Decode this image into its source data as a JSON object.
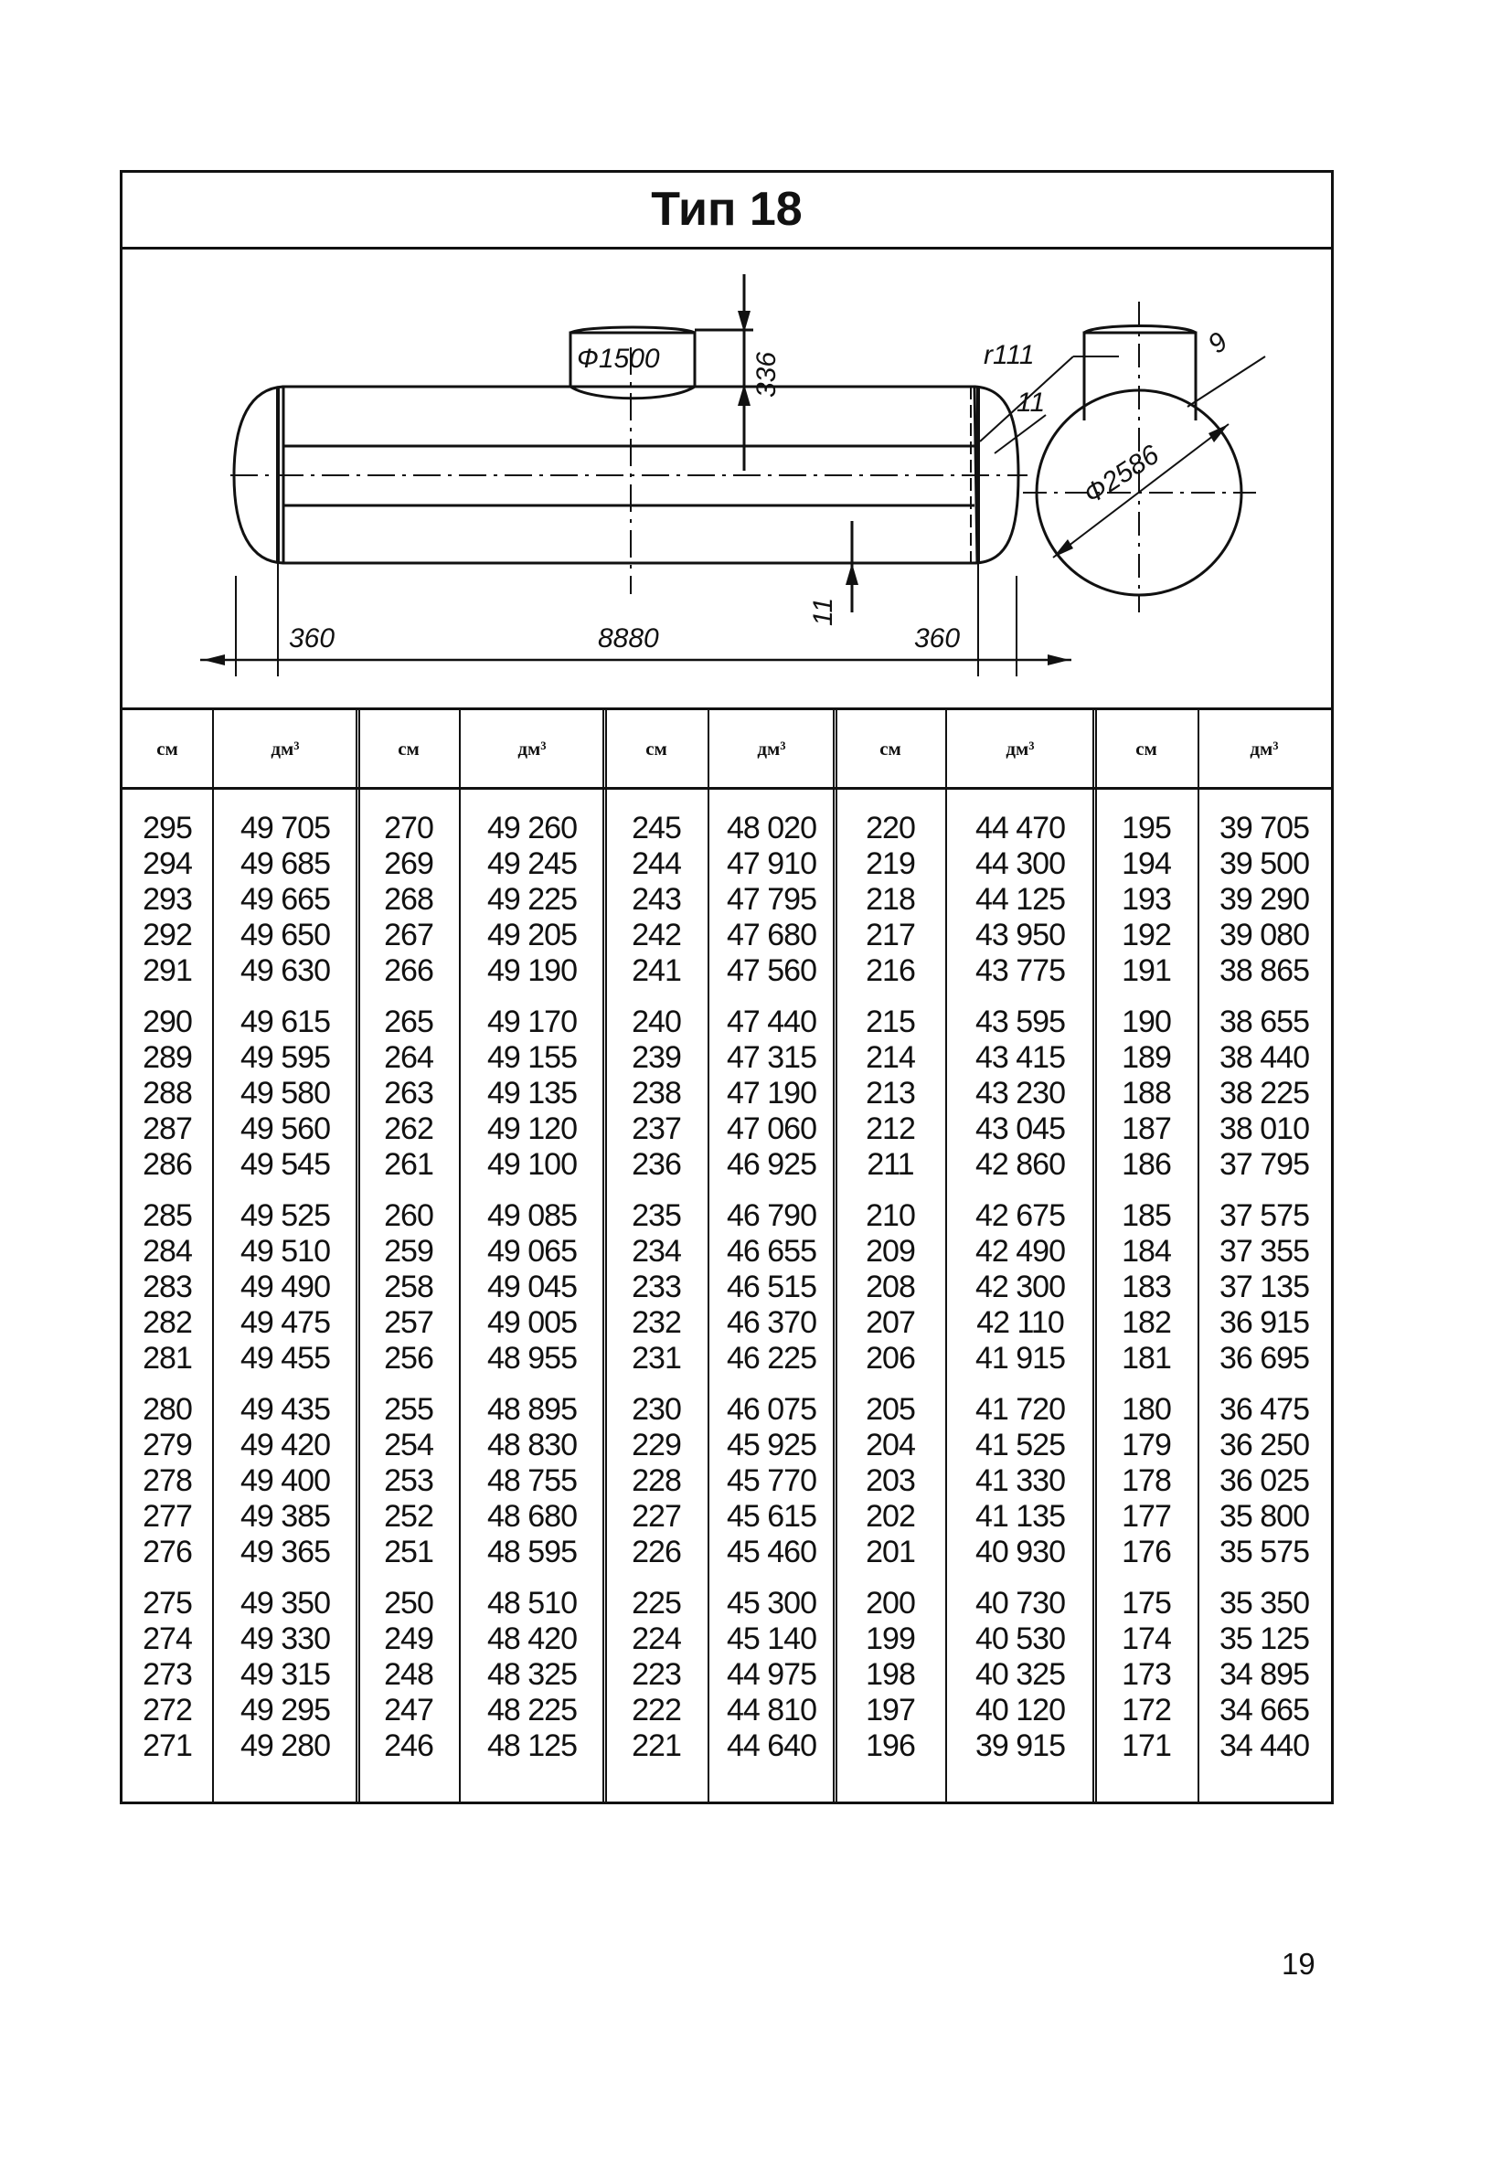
{
  "title": "Тип 18",
  "drawing": {
    "nozzle_diameter": "Ф1500",
    "nozzle_height": "336",
    "radius": "r111",
    "wall_top": "11",
    "shell_diameter": "Ф2586",
    "head_thickness": "9",
    "left_head": "360",
    "length": "8880",
    "bottom_wall": "11",
    "right_head": "360"
  },
  "table": {
    "headers": [
      "см",
      "дм³",
      "см",
      "дм³",
      "см",
      "дм³",
      "см",
      "дм³",
      "см",
      "дм³"
    ],
    "columns": [
      {
        "cm": [
          "295",
          "294",
          "293",
          "292",
          "291",
          "290",
          "289",
          "288",
          "287",
          "286",
          "285",
          "284",
          "283",
          "282",
          "281",
          "280",
          "279",
          "278",
          "277",
          "276",
          "275",
          "274",
          "273",
          "272",
          "271"
        ],
        "dm3": [
          "49 705",
          "49 685",
          "49 665",
          "49 650",
          "49 630",
          "49 615",
          "49 595",
          "49 580",
          "49 560",
          "49 545",
          "49 525",
          "49 510",
          "49 490",
          "49 475",
          "49 455",
          "49 435",
          "49 420",
          "49 400",
          "49 385",
          "49 365",
          "49 350",
          "49 330",
          "49 315",
          "49 295",
          "49 280"
        ]
      },
      {
        "cm": [
          "270",
          "269",
          "268",
          "267",
          "266",
          "265",
          "264",
          "263",
          "262",
          "261",
          "260",
          "259",
          "258",
          "257",
          "256",
          "255",
          "254",
          "253",
          "252",
          "251",
          "250",
          "249",
          "248",
          "247",
          "246"
        ],
        "dm3": [
          "49 260",
          "49 245",
          "49 225",
          "49 205",
          "49 190",
          "49 170",
          "49 155",
          "49 135",
          "49 120",
          "49 100",
          "49 085",
          "49 065",
          "49 045",
          "49 005",
          "48 955",
          "48 895",
          "48 830",
          "48 755",
          "48 680",
          "48 595",
          "48 510",
          "48 420",
          "48 325",
          "48 225",
          "48 125"
        ]
      },
      {
        "cm": [
          "245",
          "244",
          "243",
          "242",
          "241",
          "240",
          "239",
          "238",
          "237",
          "236",
          "235",
          "234",
          "233",
          "232",
          "231",
          "230",
          "229",
          "228",
          "227",
          "226",
          "225",
          "224",
          "223",
          "222",
          "221"
        ],
        "dm3": [
          "48 020",
          "47 910",
          "47 795",
          "47 680",
          "47 560",
          "47 440",
          "47 315",
          "47 190",
          "47 060",
          "46 925",
          "46 790",
          "46 655",
          "46 515",
          "46 370",
          "46 225",
          "46 075",
          "45 925",
          "45 770",
          "45 615",
          "45 460",
          "45 300",
          "45 140",
          "44 975",
          "44 810",
          "44 640"
        ]
      },
      {
        "cm": [
          "220",
          "219",
          "218",
          "217",
          "216",
          "215",
          "214",
          "213",
          "212",
          "211",
          "210",
          "209",
          "208",
          "207",
          "206",
          "205",
          "204",
          "203",
          "202",
          "201",
          "200",
          "199",
          "198",
          "197",
          "196"
        ],
        "dm3": [
          "44 470",
          "44 300",
          "44 125",
          "43 950",
          "43 775",
          "43 595",
          "43 415",
          "43 230",
          "43 045",
          "42 860",
          "42 675",
          "42 490",
          "42 300",
          "42 110",
          "41 915",
          "41 720",
          "41 525",
          "41 330",
          "41 135",
          "40 930",
          "40 730",
          "40 530",
          "40 325",
          "40 120",
          "39 915"
        ]
      },
      {
        "cm": [
          "195",
          "194",
          "193",
          "192",
          "191",
          "190",
          "189",
          "188",
          "187",
          "186",
          "185",
          "184",
          "183",
          "182",
          "181",
          "180",
          "179",
          "178",
          "177",
          "176",
          "175",
          "174",
          "173",
          "172",
          "171"
        ],
        "dm3": [
          "39 705",
          "39 500",
          "39 290",
          "39 080",
          "38 865",
          "38 655",
          "38 440",
          "38 225",
          "38 010",
          "37 795",
          "37 575",
          "37 355",
          "37 135",
          "36 915",
          "36 695",
          "36 475",
          "36 250",
          "36 025",
          "35 800",
          "35 575",
          "35 350",
          "35 125",
          "34 895",
          "34 665",
          "34 440"
        ]
      }
    ]
  },
  "page_number": "19"
}
